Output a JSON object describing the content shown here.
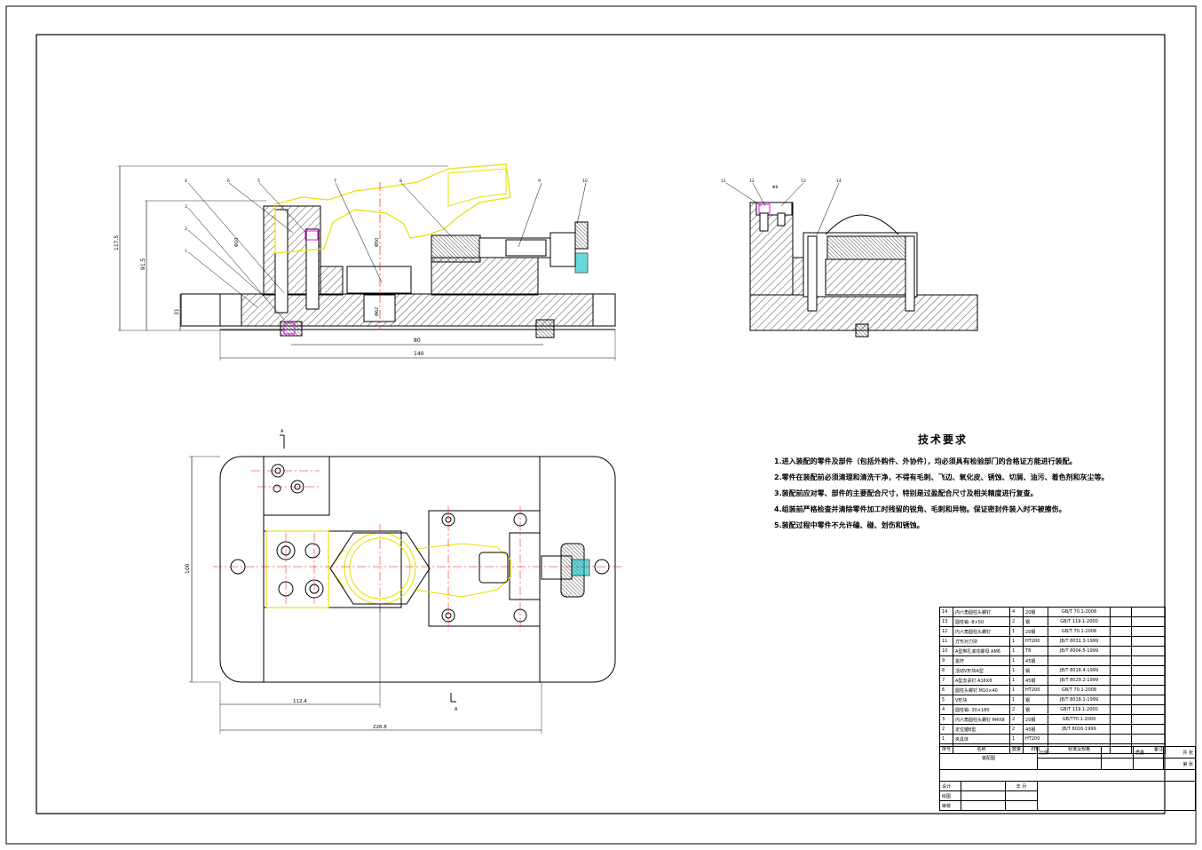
{
  "tech_requirements": {
    "title": "技术要求",
    "items": [
      "1.进入装配的零件及部件（包括外购件、外协件），均必须具有检验部门的合格证方能进行装配。",
      "2.零件在装配前必须清理和清洗干净，不得有毛刺、飞边、氧化皮、锈蚀、切屑、油污、着色剂和灰尘等。",
      "3.装配前应对零、部件的主要配合尺寸，特别是过盈配合尺寸及相关精度进行复查。",
      "4.组装前严格检查并清除零件加工时残留的锐角、毛刺和异物。保证密封件装入时不被擦伤。",
      "5.装配过程中零件不允许磕、碰、划伤和锈蚀。"
    ]
  },
  "bom": {
    "rows": [
      [
        "14",
        "内六角圆柱头螺钉",
        "4",
        "20钢",
        "GB/T 70.1-2008"
      ],
      [
        "13",
        "圆柱销 -8×50",
        "2",
        "钢",
        "GB/T 119.1-2000"
      ],
      [
        "12",
        "内六角圆柱头螺钉",
        "1",
        "20钢",
        "GB/T 70.1-2008"
      ],
      [
        "11",
        "方形对刀块",
        "1",
        "HT200",
        "JB/T 8031.3-1999"
      ],
      [
        "10",
        "A型带孔滚花螺母 AM6",
        "1",
        "T8",
        "JB/T 8004.5-1999"
      ],
      [
        "9",
        "拔杆",
        "1",
        "45钢",
        ""
      ],
      [
        "8",
        "活动V形块A型",
        "1",
        "钢",
        "JB/T 8018.4-1999"
      ],
      [
        "7",
        "A型支承钉 A16X8",
        "1",
        "45钢",
        "JB/T 8029.2-1999"
      ],
      [
        "6",
        "圆柱头螺钉 M10×40",
        "1",
        "HT200",
        "GB/T 70.1-2008"
      ],
      [
        "5",
        "V形块",
        "1",
        "钢",
        "JB/T 8018.1-1999"
      ],
      [
        "4",
        "圆柱销- 30×180",
        "2",
        "钢",
        "GB/T 119.1-2000"
      ],
      [
        "3",
        "内六角圆柱头螺钉 M4X8",
        "2",
        "20钢",
        "GB/T70.1-2000"
      ],
      [
        "2",
        "定位键B型",
        "2",
        "45钢",
        "JB/T 8016-1999"
      ],
      [
        "1",
        "夹具体",
        "1",
        "HT200",
        ""
      ]
    ],
    "header": [
      "序号",
      "名称",
      "数量",
      "材料",
      "标准及规格",
      "备注"
    ]
  },
  "title_block": {
    "drawing_name": "装配图",
    "scale_label": "比例",
    "mass_label": "质量",
    "total_sheets_label": "共 张",
    "sheet_label": "第 张",
    "design_label": "设计",
    "date_label": "年 月",
    "drawn_label": "绘图",
    "review_label": "审核"
  },
  "dimensions": {
    "front_height_total": "117.5",
    "front_height_mid": "91.5",
    "front_height_low": "31",
    "front_width_80": "80",
    "front_width_140": "140",
    "front_dia_10": "Φ10",
    "front_dia_50": "Φ50",
    "front_dia_62": "Φ62",
    "plan_width_112": "112.4",
    "plan_width_226": "226.8",
    "plan_height_100": "100",
    "section_mark": "A",
    "side_dim_8": "Φ8"
  },
  "balloons_front": [
    "4",
    "6",
    "5",
    "7",
    "8",
    "9",
    "10",
    "3",
    "2",
    "1"
  ],
  "balloons_side": [
    "11",
    "12",
    "13",
    "14"
  ],
  "colors": {
    "line": "#000000",
    "part_yellow": "#e8e000",
    "center_red": "#ff0000",
    "cyan": "#00c0c0",
    "magenta": "#ff00ff"
  }
}
